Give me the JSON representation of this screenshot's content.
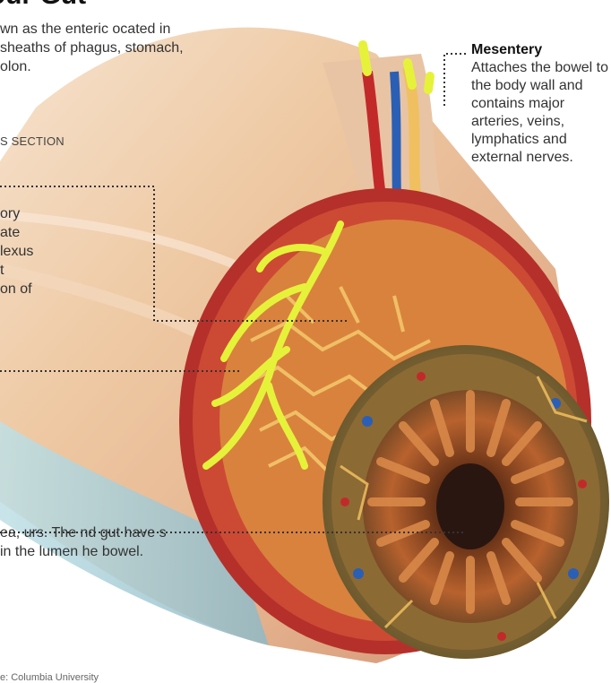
{
  "title": "Your Gut",
  "intro": "wn as the enteric ocated in sheaths of phagus, stomach, olon.",
  "section_label": "S SECTION",
  "fragments": [
    {
      "text": "ory"
    },
    {
      "text": "ate"
    },
    {
      "text": "lexus"
    },
    {
      "text": "t"
    },
    {
      "text": "on of"
    }
  ],
  "bottom_text": "ea, urs. The nd gut have s in the lumen he bowel.",
  "credit": "e: Columbia University",
  "mesentery": {
    "heading": "Mesentery",
    "body": "Attaches the bowel to the body wall and contains major arteries, veins, lymphatics and external nerves."
  },
  "colors": {
    "muscle_red": "#b5302a",
    "outer_skin": "#e9c7a8",
    "nerve_yellow": "#e6f23a",
    "vessel_tan": "#f0c060",
    "mucosa_brown": "#8f5a2a",
    "lumen_dark": "#2a1610"
  }
}
